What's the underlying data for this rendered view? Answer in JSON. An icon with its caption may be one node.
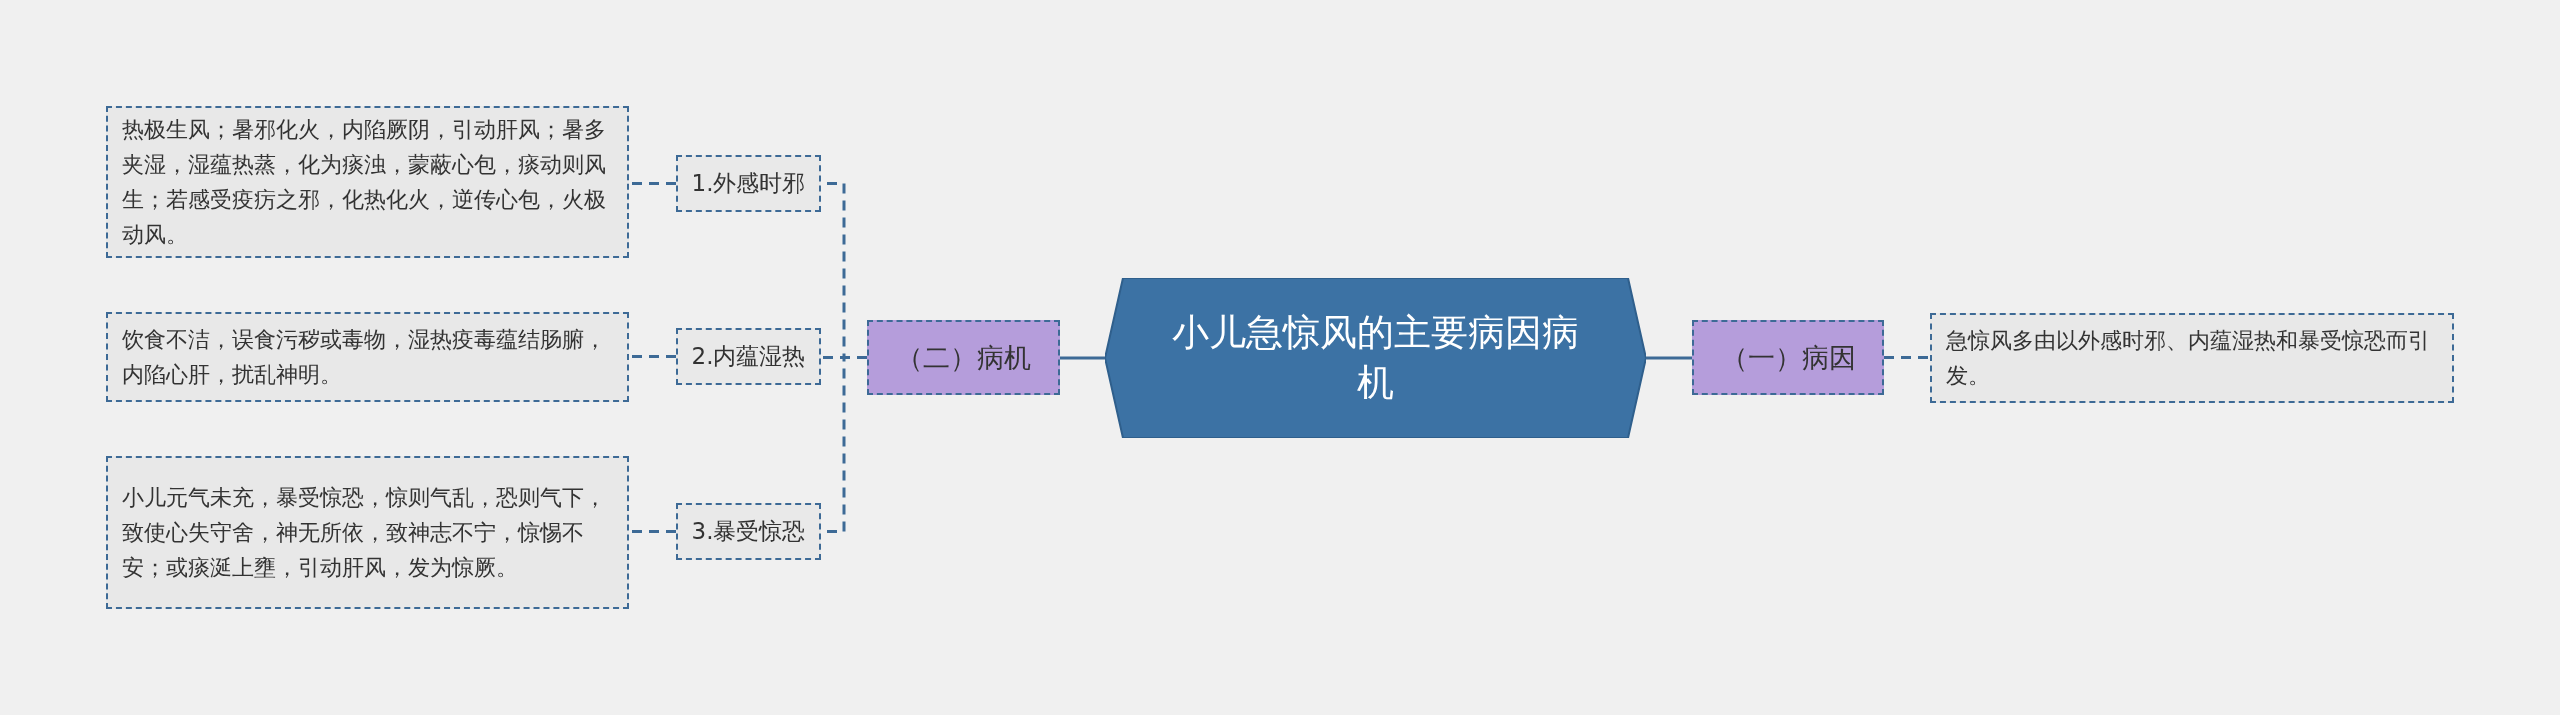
{
  "diagram": {
    "nodes": [
      {
        "text": [
          "小儿急惊风的主要病因病机"
        ]
      },
      {
        "text": [
          "（一）病因"
        ]
      },
      {
        "text": [
          "急惊风多由以外感时邪、内蕴湿热和暴受惊恐而引发。"
        ]
      },
      {
        "text": [
          "（二）病机"
        ]
      },
      {
        "text": [
          "1.外感时邪"
        ]
      },
      {
        "text": [
          "热极生风；暑邪化火，内陷厥阴，引动肝风；暑多夹湿，湿蕴热蒸，化为痰浊，蒙蔽心包，痰动则风生；若感受疫疠之邪，化热化火，逆传心包，火极动风。"
        ]
      },
      {
        "text": [
          "2.内蕴湿热"
        ]
      },
      {
        "text": [
          "饮食不洁，误食污秽或毒物，湿热疫毒蕴结肠腑，内陷心肝，扰乱神明。"
        ]
      },
      {
        "text": [
          "3.暴受惊恐"
        ]
      },
      {
        "text": [
          "小儿元气未充，暴受惊恐，惊则气乱，恐则气下，致使心失守舍，神无所依，致神志不宁，惊惕不安；或痰涎上壅，引动肝风，发为惊厥。"
        ]
      }
    ],
    "edges": [
      {
        "from": 0,
        "to": 1,
        "arrow": "none"
      },
      {
        "from": 1,
        "to": 2,
        "arrow": "none",
        "style": "dashed"
      },
      {
        "from": 0,
        "to": 3,
        "arrow": "none"
      },
      {
        "from": 3,
        "to": 4,
        "arrow": "none",
        "style": "dashed"
      },
      {
        "from": 3,
        "to": 6,
        "arrow": "none",
        "style": "dashed"
      },
      {
        "from": 3,
        "to": 8,
        "arrow": "none",
        "style": "dashed"
      },
      {
        "from": 4,
        "to": 5,
        "arrow": "none",
        "style": "dashed"
      },
      {
        "from": 6,
        "to": 7,
        "arrow": "none",
        "style": "dashed"
      },
      {
        "from": 8,
        "to": 9,
        "arrow": "none",
        "style": "dashed"
      }
    ]
  }
}
